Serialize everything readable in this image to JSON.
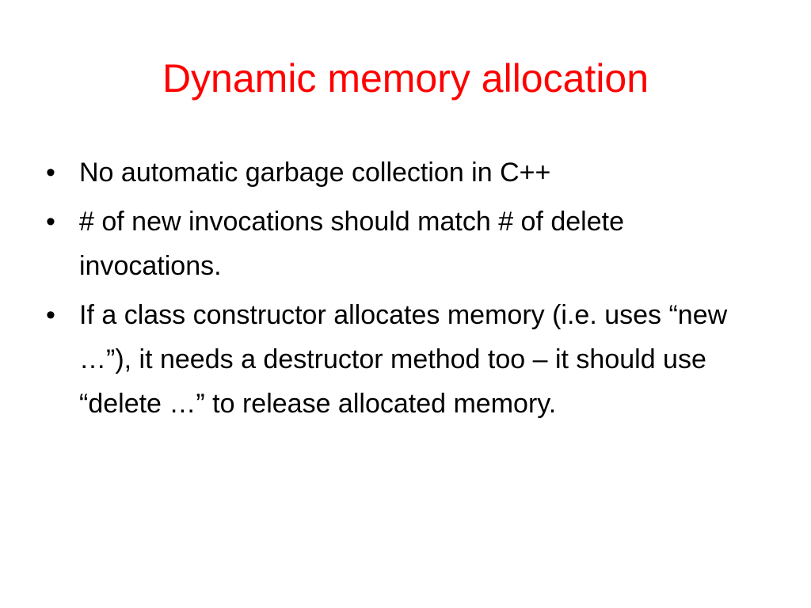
{
  "slide": {
    "title": "Dynamic memory allocation",
    "bullet_marker": "•",
    "bullets": [
      {
        "text": "No automatic garbage collection in C++"
      },
      {
        "text": "# of new invocations should match # of delete invocations."
      },
      {
        "text": "If a class constructor allocates memory (i.e. uses “new …”), it needs a destructor method too – it should use “delete …” to release allocated memory."
      }
    ]
  },
  "colors": {
    "title": "#ff0000",
    "body_text": "#000000",
    "background": "#ffffff"
  }
}
